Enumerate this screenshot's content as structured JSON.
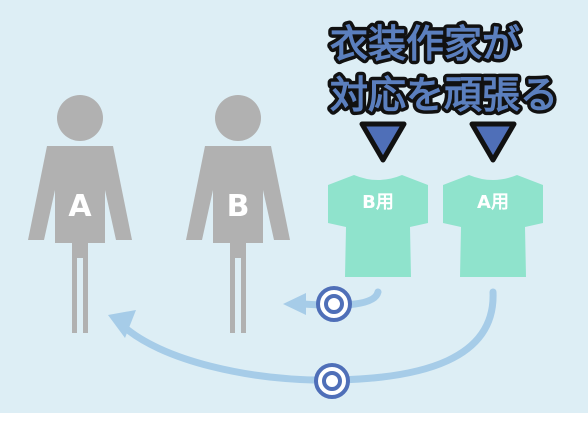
{
  "caption": {
    "line1": "衣装作家が",
    "line2": "対応を頑張る"
  },
  "figures": [
    {
      "label": "A"
    },
    {
      "label": "B"
    }
  ],
  "costumes": [
    {
      "label": "B用"
    },
    {
      "label": "A用"
    }
  ],
  "colors": {
    "background": "#ddeef5",
    "figure": "#b1b1b1",
    "costume": "#8fe3cc",
    "arrow": "#a6cce8",
    "marker": "#4f6fb8",
    "caption_fill": "#5b7fbe"
  }
}
